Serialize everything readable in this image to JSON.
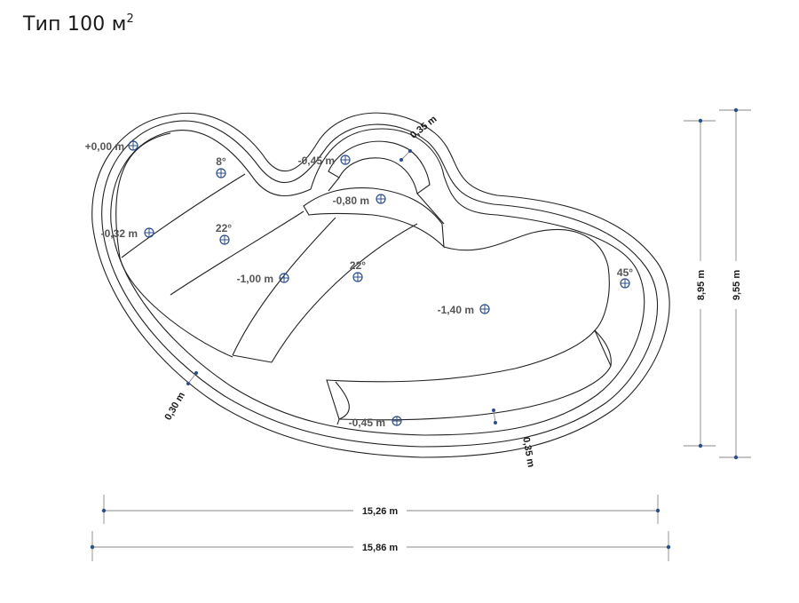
{
  "title": {
    "text": "Тип 100 м",
    "sup": "2"
  },
  "markers": {
    "m0": "+0,00 m",
    "m1": "-0,45 m",
    "m2": "-0,80 m",
    "m3": "8°",
    "m4": "22°",
    "m5": "-0,32 m",
    "m6": "-1,00 m",
    "m7": "22°",
    "m8": "-1,40 m",
    "m9": "45°",
    "m10": "-0,45 m"
  },
  "dimensions": {
    "width_inner": "15,26 m",
    "width_outer": "15,86 m",
    "height_inner": "8,95 m",
    "height_outer": "9,55 m",
    "wall_top": "0,35 m",
    "wall_left": "0,30 m",
    "wall_bottom": "0,35 m"
  },
  "colors": {
    "marker": "#2b4f8a",
    "outline": "#222222",
    "label": "#555555"
  }
}
